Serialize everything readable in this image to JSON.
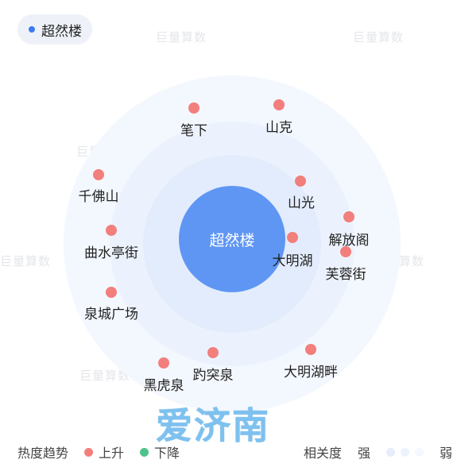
{
  "chip": {
    "label": "超然楼"
  },
  "watermark": {
    "text": "巨量算数"
  },
  "center": {
    "label": "超然楼"
  },
  "nodes": [
    {
      "label": "笔下"
    },
    {
      "label": "山克"
    },
    {
      "label": "千佛山"
    },
    {
      "label": "山光"
    },
    {
      "label": "解放阁"
    },
    {
      "label": "曲水亭街"
    },
    {
      "label": "大明湖"
    },
    {
      "label": "芙蓉街"
    },
    {
      "label": "泉城广场"
    },
    {
      "label": "趵突泉"
    },
    {
      "label": "黑虎泉"
    },
    {
      "label": "大明湖畔"
    }
  ],
  "brand": {
    "text": "爱济南"
  },
  "legend": {
    "trend_title": "热度趋势",
    "up_label": "上升",
    "down_label": "下降",
    "relevance_title": "相关度",
    "strong_label": "强",
    "weak_label": "弱",
    "up_color": "#f27f7c",
    "down_color": "#4cc38a",
    "scale_colors": [
      "#e6eefc",
      "#edf3fd",
      "#f5f8fe"
    ]
  }
}
